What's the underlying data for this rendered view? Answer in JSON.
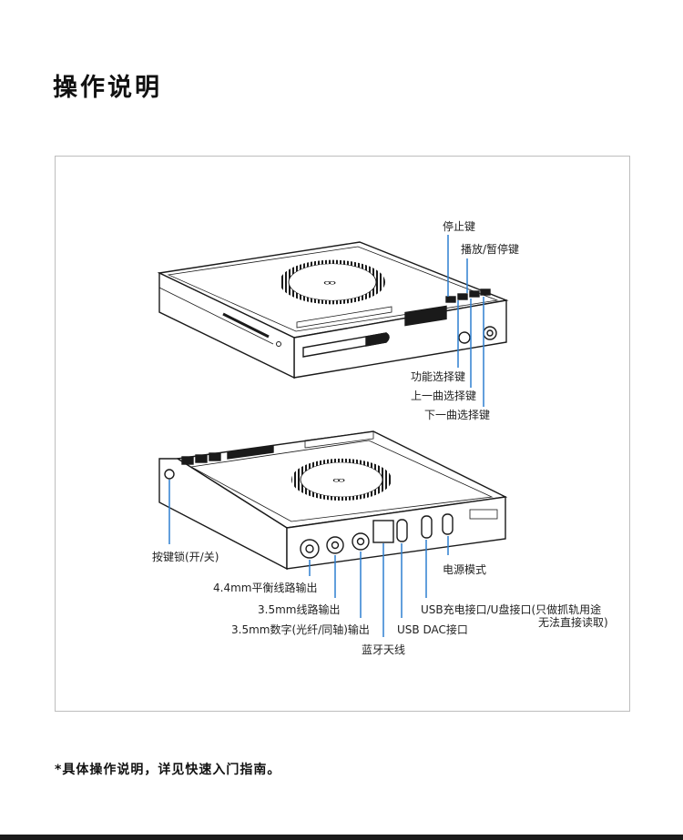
{
  "page": {
    "title": "操作说明",
    "note": "*具体操作说明，详见快速入门指南。"
  },
  "labels": {
    "stop_key": "停止键",
    "play_pause_key": "播放/暂停键",
    "function_key": "功能选择键",
    "prev_track_key": "上一曲选择键",
    "next_track_key": "下一曲选择键",
    "key_lock": "按键锁(开/关)",
    "balanced_out": "4.4mm平衡线路输出",
    "line_out": "3.5mm线路输出",
    "digital_out": "3.5mm数字(光纤/同轴)输出",
    "bt_antenna": "蓝牙天线",
    "usb_dac": "USB DAC接口",
    "usb_charge_line1": "USB充电接口/U盘接口(只做抓轨用途",
    "usb_charge_line2": "无法直接读取)",
    "power_mode": "电源模式"
  },
  "colors": {
    "callout": "#2d7fd0",
    "line": "#1a1a1a"
  }
}
